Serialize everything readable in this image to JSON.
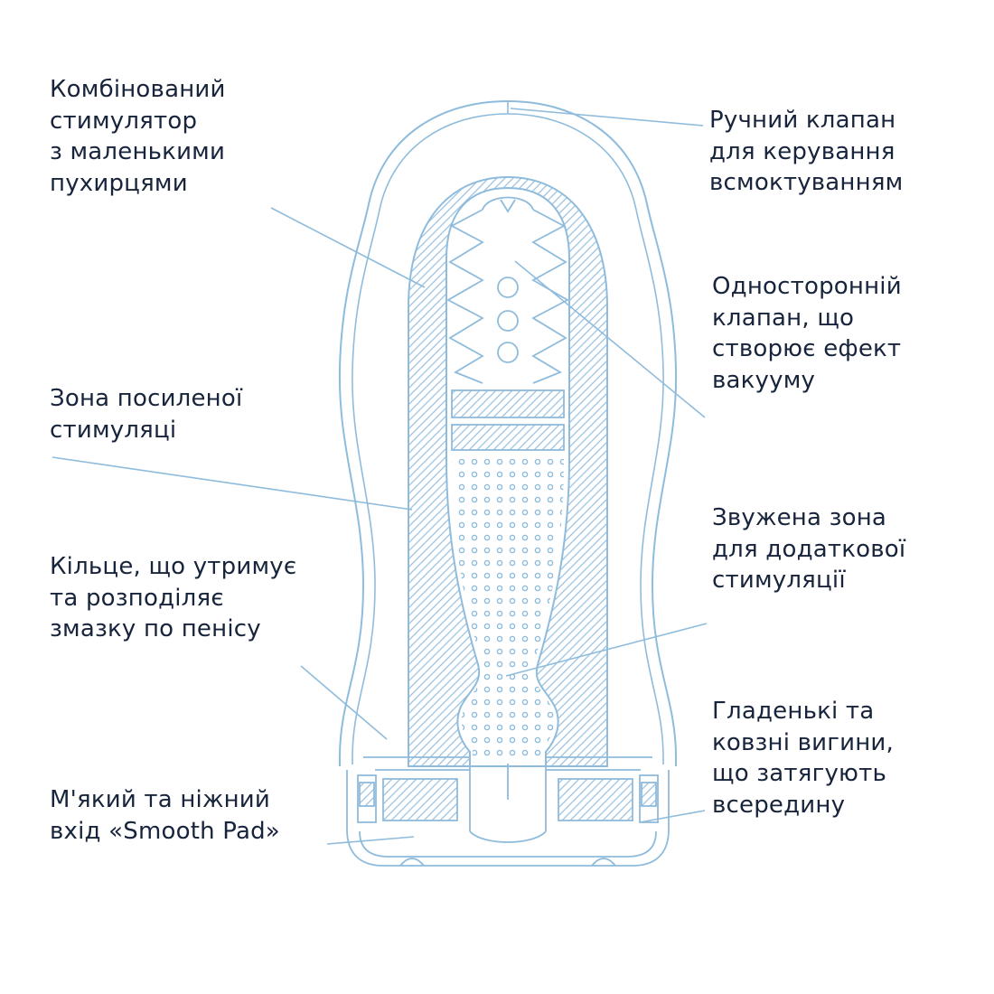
{
  "colors": {
    "line": "#8fbcdc",
    "hatch": "#9cc3e0",
    "text": "#17243c",
    "background": "#ffffff"
  },
  "diagram": {
    "type": "technical-cross-section-blueprint",
    "style": "light blue line drawing with diagonal hatching and dotted texture zones"
  },
  "labels": {
    "combined_stimulator": {
      "lines": [
        "Комбінований",
        "стимулятор",
        "з маленькими",
        "пухирцями"
      ]
    },
    "manual_valve": {
      "lines": [
        "Ручний клапан",
        "для керування",
        "всмоктуванням"
      ]
    },
    "one_way_valve": {
      "lines": [
        "Односторонній",
        "клапан, що",
        "створює ефект",
        "вакууму"
      ]
    },
    "enhanced_stimulation_zone": {
      "lines": [
        "Зона посиленої",
        "стимуляці"
      ]
    },
    "lubricant_ring": {
      "lines": [
        "Кільце, що утримує",
        "та розподіляє",
        "змазку по пенісу"
      ]
    },
    "narrowed_zone": {
      "lines": [
        "Звужена зона",
        "для додаткової",
        "стимуляції"
      ]
    },
    "smooth_curves": {
      "lines": [
        "Гладенькі та",
        "ковзні вигини,",
        "що затягують",
        "всередину"
      ]
    },
    "smooth_pad": {
      "lines": [
        "М'який та ніжний",
        "вхід «Smooth Pad»"
      ]
    }
  }
}
